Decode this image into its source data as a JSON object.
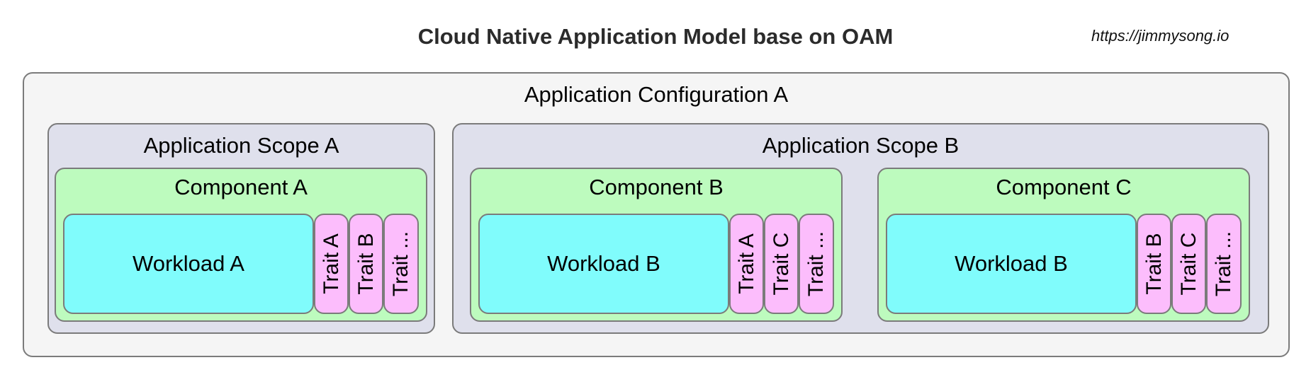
{
  "title": "Cloud Native Application Model base on OAM",
  "site": "https://jimmysong.io",
  "configuration": {
    "label": "Application Configuration A",
    "scopes": [
      {
        "label": "Application Scope A",
        "components": [
          {
            "label": "Component A",
            "workload": "Workload A",
            "traits": [
              "Trait A",
              "Trait B",
              "Trait ..."
            ]
          }
        ]
      },
      {
        "label": "Application Scope B",
        "components": [
          {
            "label": "Component B",
            "workload": "Workload B",
            "traits": [
              "Trait A",
              "Trait C",
              "Trait ..."
            ]
          },
          {
            "label": "Component C",
            "workload": "Workload B",
            "traits": [
              "Trait B",
              "Trait C",
              "Trait ..."
            ]
          }
        ]
      }
    ]
  },
  "colors": {
    "configuration": "#f5f5f5",
    "scope": "#dfe0ec",
    "component": "#bdfbbe",
    "workload": "#80fcfc",
    "trait": "#fcbdfc",
    "border": "#7b7b7b"
  }
}
